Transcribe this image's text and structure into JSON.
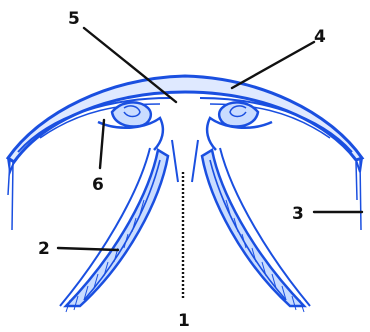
{
  "labels": {
    "l1": "1",
    "l2": "2",
    "l3": "3",
    "l4": "4",
    "l5": "5",
    "l6": "6"
  },
  "colors": {
    "outline": "#1a4fe0",
    "fill": "#c9dcff",
    "mesoglea": "#dfe9ff",
    "text": "#111111"
  }
}
